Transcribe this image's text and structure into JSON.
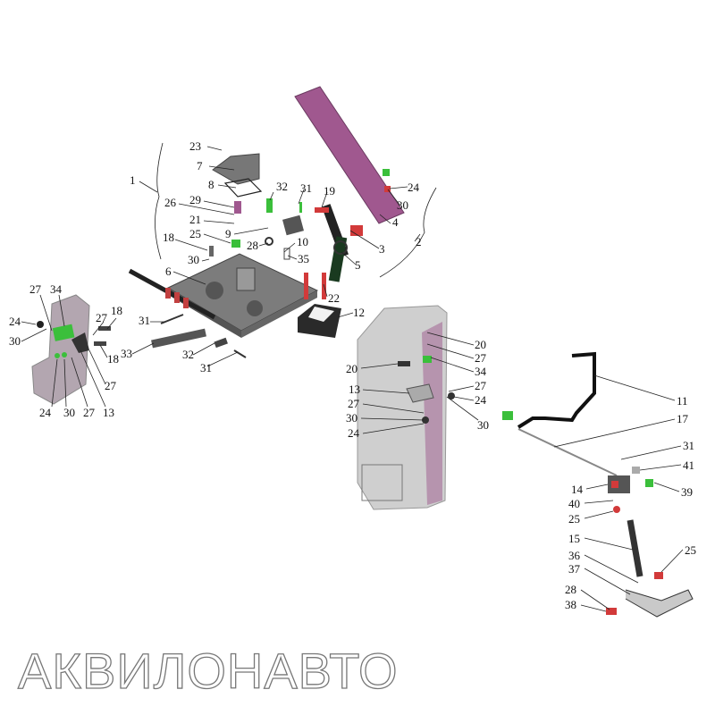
{
  "watermark": "АКВИЛОНАВТО",
  "colors": {
    "pedal": "#a0588f",
    "part_gray": "#8e8e8e",
    "green": "#3bbf3b",
    "red": "#d23a3a",
    "post": "#c9c9c9"
  },
  "labels": [
    "23",
    "7",
    "8",
    "32",
    "31",
    "19",
    "29",
    "26",
    "21",
    "25",
    "9",
    "28",
    "10",
    "35",
    "18",
    "30",
    "6",
    "22",
    "12",
    "1",
    "2",
    "3",
    "4",
    "5",
    "24",
    "30",
    "27",
    "34",
    "24",
    "30",
    "27",
    "18",
    "18",
    "27",
    "24",
    "30",
    "27",
    "13",
    "31",
    "33",
    "32",
    "31",
    "20",
    "27",
    "34",
    "20",
    "13",
    "27",
    "27",
    "24",
    "30",
    "30",
    "24",
    "11",
    "17",
    "31",
    "41",
    "39",
    "14",
    "40",
    "25",
    "15",
    "25",
    "36",
    "37",
    "28",
    "38"
  ]
}
